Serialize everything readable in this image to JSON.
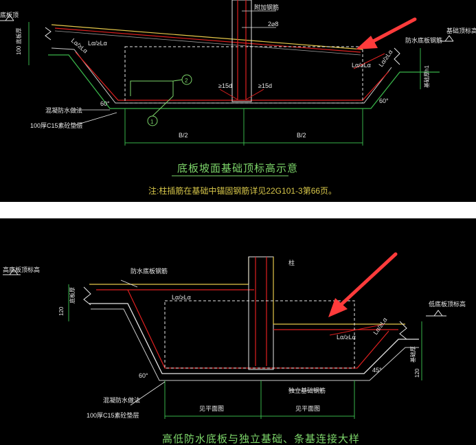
{
  "colors": {
    "background": "#000000",
    "line_green": "#39b54a",
    "rebar_red": "#e02020",
    "slab_yellow": "#e6c84a",
    "text": "#e8e8e8",
    "arrow": "#ff3b3b"
  },
  "top": {
    "elev_label": "底板顶",
    "dim_thick": "100 底板厚",
    "rebar_label": "附加钢筋",
    "rebar_spec": "2⌀8",
    "waterproof_rebar": "防水底板钢筋",
    "foundation_top": "基础顶标高",
    "lab_left": "Lα/≥Lα",
    "lab_right": "Lα/≥Lα",
    "lab_right2": "Lα/≥Lα",
    "anchor1": "≥15d",
    "anchor2": "≥15d",
    "circle1": "1",
    "circle2": "2",
    "angle_left": "60°",
    "angle_right": "60°",
    "layer1": "混凝防水做法",
    "layer2": "100厚C15素砼垫层",
    "side_dim": "基础厚h1",
    "dim_left": "B/2",
    "dim_right": "B/2",
    "title": "底板坡面基础顶标高示意",
    "note": "注:柱插筋在基础中锚固钢筋详见22G101-3第66页。"
  },
  "bottom": {
    "left_elev": "高底板顶标高",
    "waterproof_rebar": "防水底板钢筋",
    "column": "柱",
    "dim_120": "120",
    "dim_thick": "底板厚",
    "lab1": "Lα/≥Lα",
    "lab2": "Lα/≥Lα",
    "lab3": "Lα/≥Lα",
    "right_elev": "低底板顶标高",
    "side_dim": "基础厚",
    "dim_120_right": "120",
    "angle_left": "60°",
    "angle_right": "45°",
    "independent": "独立基础钢筋",
    "layer1": "混凝防水做法",
    "layer2": "100厚C15素砼垫层",
    "dim_left": "见平面图",
    "dim_right": "见平面图",
    "title": "高低防水底板与独立基础、条基连接大样"
  }
}
